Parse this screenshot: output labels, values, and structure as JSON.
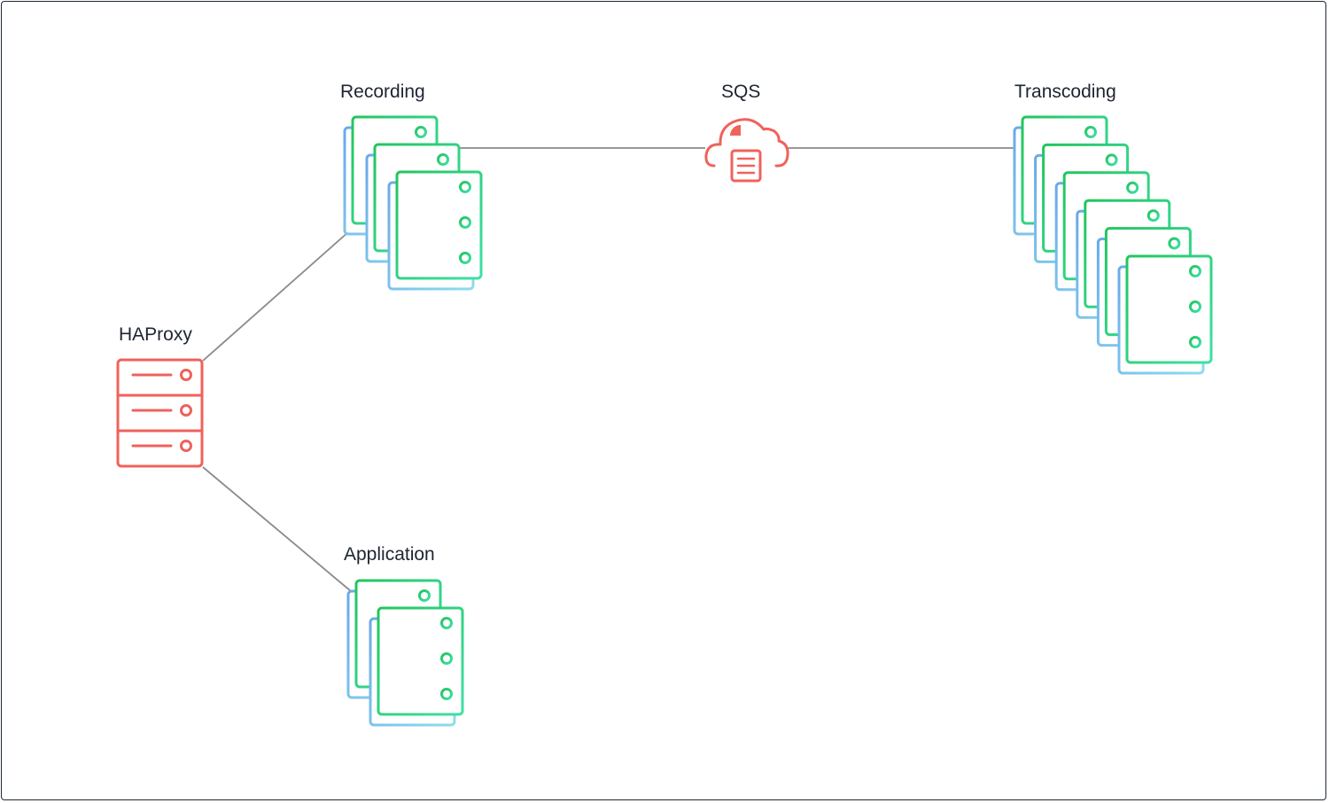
{
  "diagram": {
    "nodes": {
      "haproxy": {
        "label": "HAProxy",
        "icon": "server-icon",
        "color": "#f0615b",
        "instances": 1
      },
      "recording": {
        "label": "Recording",
        "icon": "server-cluster-icon",
        "color": "#2fd27f",
        "back_color": "#7cc2ec",
        "instances": 3
      },
      "sqs": {
        "label": "SQS",
        "icon": "cloud-queue-icon",
        "color": "#f0615b"
      },
      "transcoding": {
        "label": "Transcoding",
        "icon": "server-cluster-icon",
        "color": "#2fd27f",
        "back_color": "#7cc2ec",
        "instances": 6
      },
      "application": {
        "label": "Application",
        "icon": "server-cluster-icon",
        "color": "#2fd27f",
        "back_color": "#7cc2ec",
        "instances": 2
      }
    },
    "edges": [
      {
        "from": "haproxy",
        "to": "recording"
      },
      {
        "from": "haproxy",
        "to": "application"
      },
      {
        "from": "recording",
        "to": "sqs"
      },
      {
        "from": "sqs",
        "to": "transcoding"
      }
    ],
    "edge_color": "#8a8a8a"
  }
}
